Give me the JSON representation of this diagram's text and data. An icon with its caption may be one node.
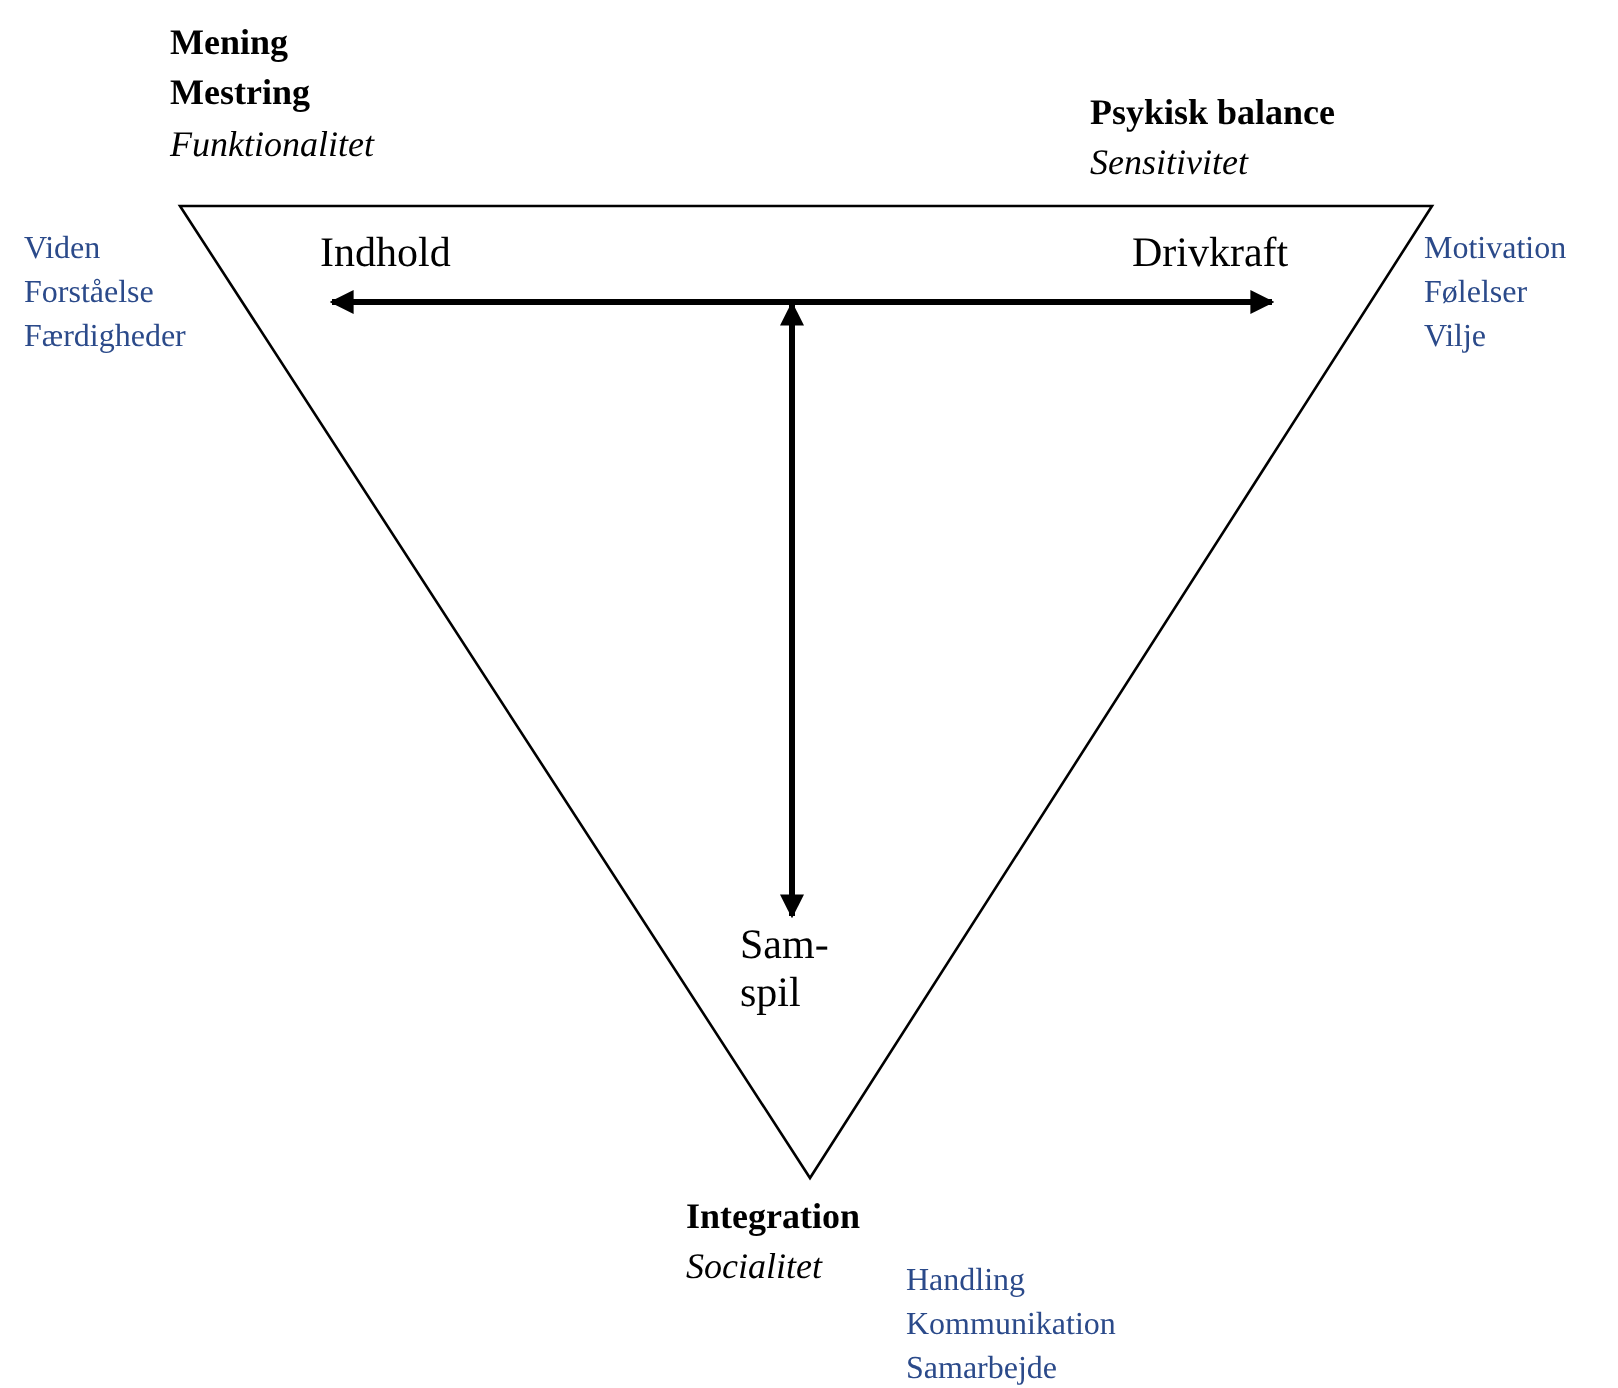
{
  "diagram": {
    "nodes": [
      {
        "text": [],
        "shape": "triangle"
      },
      {
        "text": [
          "Indhold"
        ],
        "in": 0
      },
      {
        "text": [
          "Drivkraft"
        ],
        "in": 0
      },
      {
        "text": [
          "Sam- spil"
        ],
        "in": 0
      }
    ],
    "edges": [
      {
        "from": 1,
        "to": 2,
        "arrow": "both"
      },
      {
        "from": null,
        "to": 3,
        "arrow": "both"
      }
    ],
    "labels": [
      "Mening",
      "Mestring",
      "Funktionalitet",
      "Psykisk balance",
      "Sensitivitet",
      "Viden",
      "Forståelse",
      "Færdigheder",
      "Motivation",
      "Følelser",
      "Vilje",
      "Integration",
      "Socialitet",
      "Handling",
      "Kommunikation",
      "Samarbejde"
    ]
  }
}
